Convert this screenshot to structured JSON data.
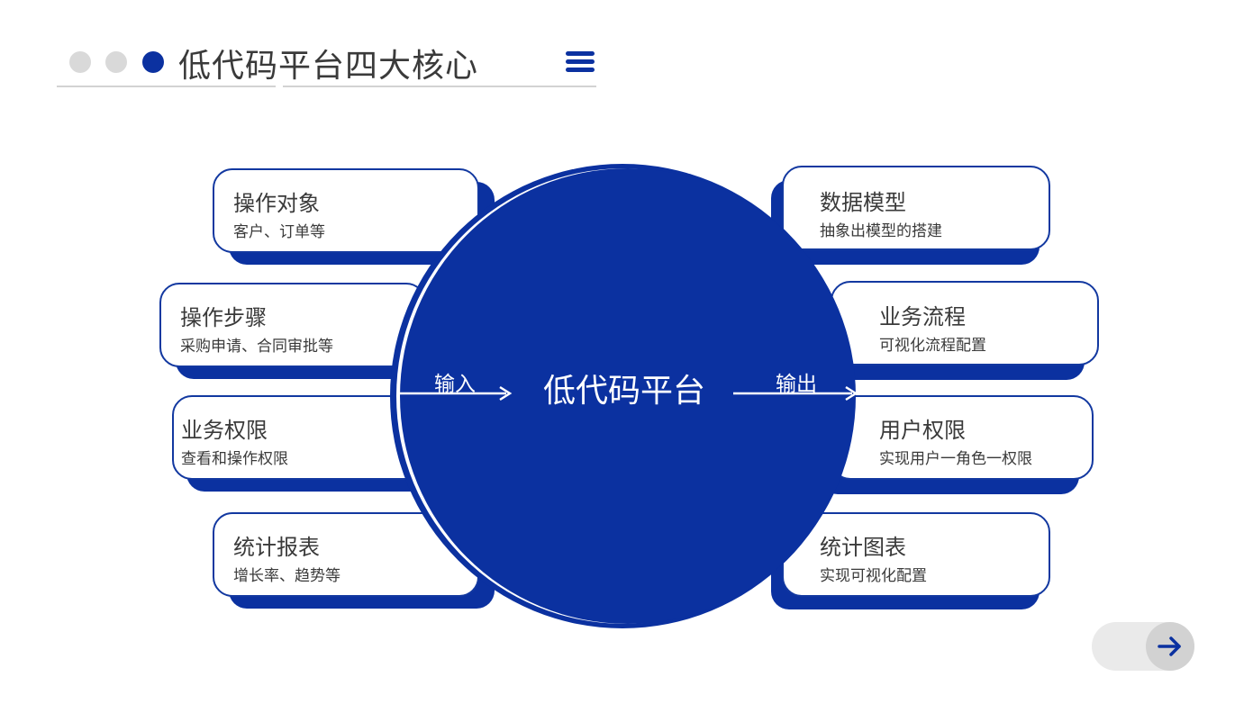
{
  "header": {
    "title": "低代码平台四大核心"
  },
  "center": {
    "title": "低代码平台",
    "input_label": "输入",
    "output_label": "输出"
  },
  "left_cards": [
    {
      "title": "操作对象",
      "subtitle": "客户、订单等"
    },
    {
      "title": "操作步骤",
      "subtitle": "采购申请、合同审批等"
    },
    {
      "title": "业务权限",
      "subtitle": "查看和操作权限"
    },
    {
      "title": "统计报表",
      "subtitle": "增长率、趋势等"
    }
  ],
  "right_cards": [
    {
      "title": "数据模型",
      "subtitle": "抽象出模型的搭建"
    },
    {
      "title": "业务流程",
      "subtitle": "可视化流程配置"
    },
    {
      "title": "用户权限",
      "subtitle": "实现用户一角色一权限"
    },
    {
      "title": "统计图表",
      "subtitle": "实现可视化配置"
    }
  ],
  "icons": {
    "menu": "hamburger-menu-icon",
    "next": "arrow-right-icon"
  },
  "colors": {
    "primary": "#0b31a0",
    "dot_inactive": "#d9d9d9",
    "text": "#3a3a3a",
    "divider": "#d3d3d3"
  }
}
